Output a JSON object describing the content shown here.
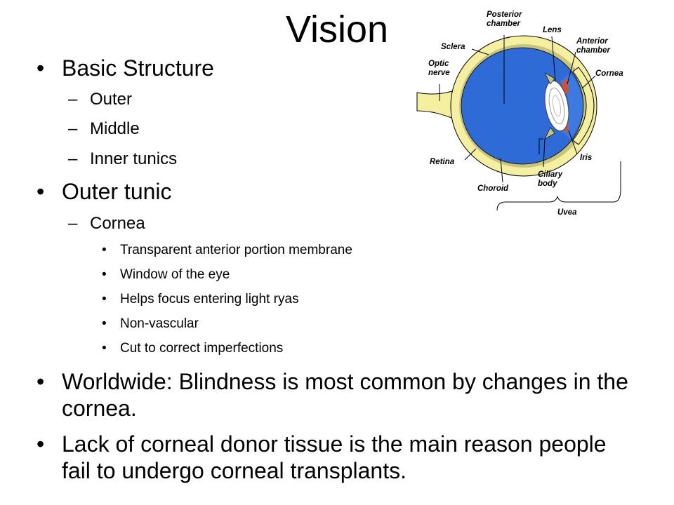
{
  "slide": {
    "title": "Vision",
    "bullets": [
      {
        "level": 1,
        "marker": "•",
        "text": "Basic Structure"
      },
      {
        "level": 2,
        "marker": "–",
        "text": "Outer"
      },
      {
        "level": 2,
        "marker": "–",
        "text": "Middle"
      },
      {
        "level": 2,
        "marker": "–",
        "text": "Inner tunics"
      },
      {
        "level": 1,
        "marker": "•",
        "text": "Outer tunic"
      },
      {
        "level": 2,
        "marker": "–",
        "text": "Cornea"
      },
      {
        "level": 3,
        "marker": "•",
        "text": "Transparent anterior portion membrane"
      },
      {
        "level": 3,
        "marker": "•",
        "text": "Window of the eye"
      },
      {
        "level": 3,
        "marker": "•",
        "text": "Helps focus entering light ryas"
      },
      {
        "level": 3,
        "marker": "•",
        "text": "Non-vascular"
      },
      {
        "level": 3,
        "marker": "•",
        "text": "Cut to correct imperfections"
      },
      {
        "level": 1,
        "marker": "•",
        "text": "Worldwide: Blindness is most common by changes in the cornea."
      },
      {
        "level": 1,
        "marker": "•",
        "text": "Lack of corneal donor tissue is the main reason people fail to undergo corneal transplants."
      }
    ]
  },
  "diagram": {
    "labels": {
      "posterior_chamber_line1": "Posterior",
      "posterior_chamber_line2": "chamber",
      "lens": "Lens",
      "anterior_chamber_line1": "Anterior",
      "anterior_chamber_line2": "chamber",
      "sclera": "Sclera",
      "optic_nerve_line1": "Optic",
      "optic_nerve_line2": "nerve",
      "cornea": "Cornea",
      "retina": "Retina",
      "iris": "Iris",
      "ciliary_body_line1": "Ciliary",
      "ciliary_body_line2": "body",
      "choroid": "Choroid",
      "uvea": "Uvea"
    },
    "colors": {
      "sclera": "#f5f0a0",
      "vitreous": "#2e6bd6",
      "chamber": "#3d7ae0",
      "lens": "#ffffff",
      "iris": "#d05030"
    }
  }
}
